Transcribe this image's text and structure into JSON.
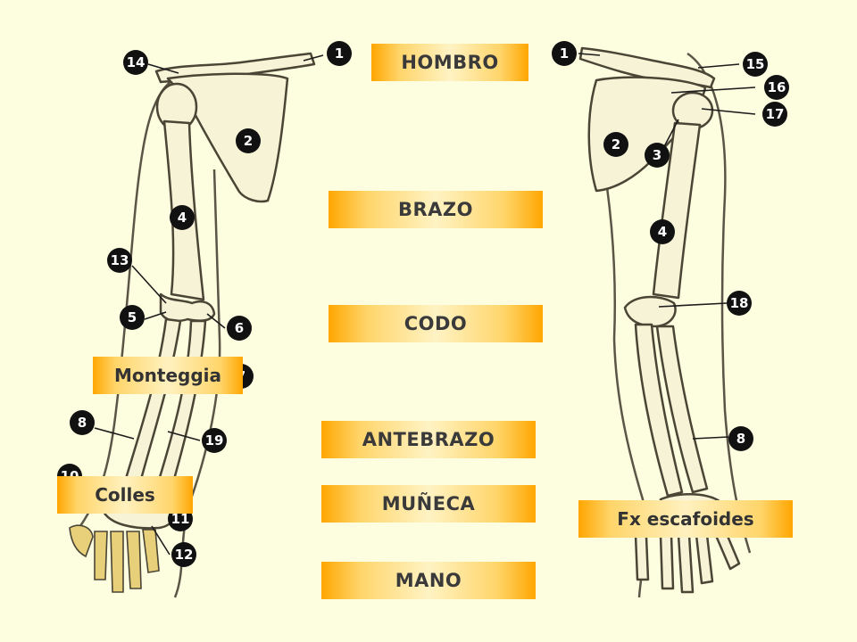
{
  "regions": {
    "shoulder": "HOMBRO",
    "arm": "BRAZO",
    "elbow": "CODO",
    "forearm": "ANTEBRAZO",
    "wrist": "MUÑECA",
    "hand": "MANO"
  },
  "fractures": {
    "monteggia": "Monteggia",
    "colles": "Colles",
    "scaphoid": "Fx escafoides"
  },
  "markers": {
    "left": [
      "14",
      "1",
      "2",
      "4",
      "13",
      "5",
      "6",
      "7",
      "8",
      "19",
      "10",
      "11",
      "12"
    ],
    "right": [
      "1",
      "15",
      "16",
      "17",
      "2",
      "3",
      "4",
      "18",
      "8"
    ]
  },
  "colors": {
    "background": "#fdfde0",
    "label_edge": "#ffa600",
    "label_center": "#fff3c4",
    "bone": "#f6f3d6",
    "marker": "#111111"
  }
}
